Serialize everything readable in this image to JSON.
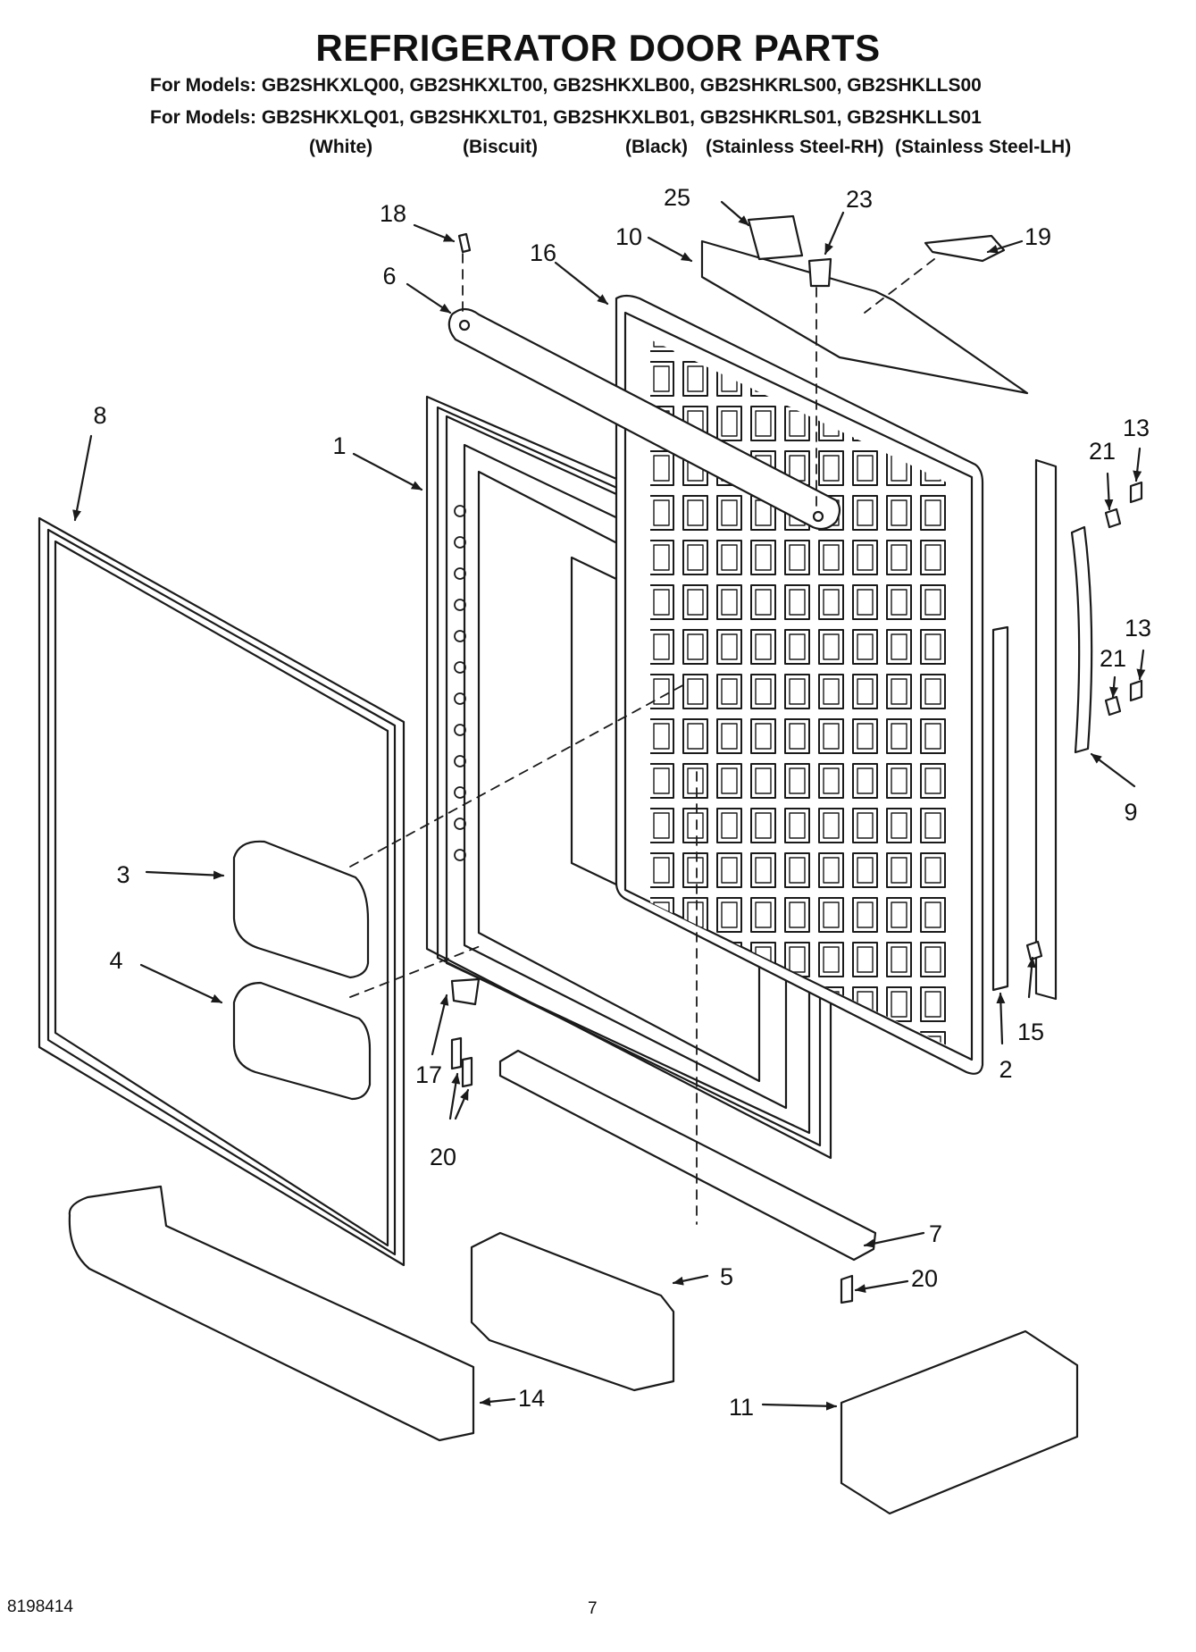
{
  "title": "REFRIGERATOR DOOR PARTS",
  "models_line_1": "For Models: GB2SHKXLQ00, GB2SHKXLT00, GB2SHKXLB00, GB2SHKRLS00, GB2SHKLLS00",
  "models_line_2": "For Models: GB2SHKXLQ01, GB2SHKXLT01, GB2SHKXLB01, GB2SHKRLS01, GB2SHKLLS01",
  "colors": {
    "white": "(White)",
    "biscuit": "(Biscuit)",
    "black": "(Black)",
    "stainless_rh": "(Stainless Steel-RH)",
    "stainless_lh": "(Stainless Steel-LH)"
  },
  "callouts": {
    "n1": "1",
    "n2": "2",
    "n3": "3",
    "n4": "4",
    "n5": "5",
    "n6": "6",
    "n7a": "7",
    "n8": "8",
    "n9": "9",
    "n10": "10",
    "n11": "11",
    "n13a": "13",
    "n13b": "13",
    "n14": "14",
    "n15": "15",
    "n16": "16",
    "n17": "17",
    "n18": "18",
    "n19": "19",
    "n20a": "20",
    "n20b": "20",
    "n21a": "21",
    "n21b": "21",
    "n23": "23",
    "n25": "25"
  },
  "footer": {
    "doc_number": "8198414",
    "page_number": "7"
  },
  "line_color": "#1a1a1a"
}
